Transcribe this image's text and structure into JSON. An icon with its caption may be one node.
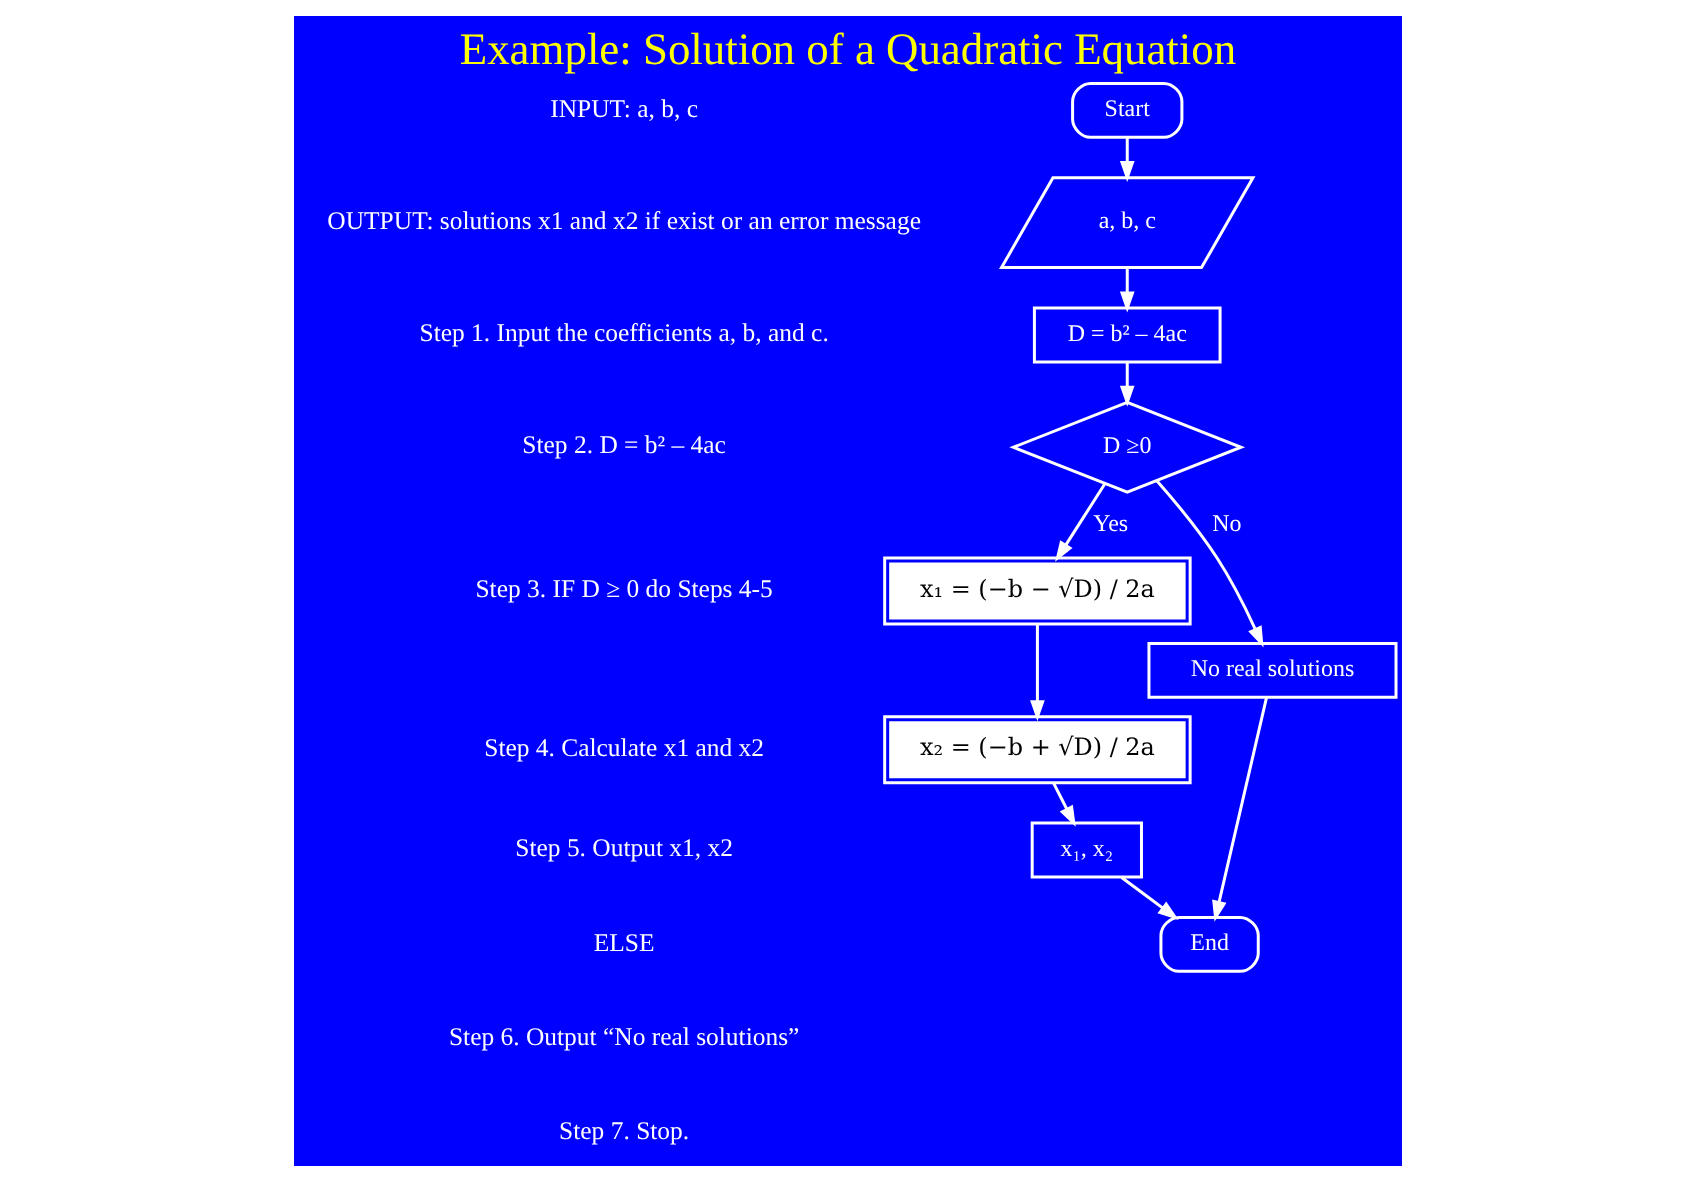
{
  "diagram": {
    "title": "Example: Solution of a Quadratic Equation",
    "nodes": [
      {
        "text": [
          "Start"
        ]
      },
      {
        "text": [
          "a, b, c"
        ]
      },
      {
        "text": [
          "D = b² – 4ac"
        ]
      },
      {
        "text": [
          "D ≥0"
        ]
      },
      {
        "text": [
          "x₁ = (−b − √D) / 2a"
        ]
      },
      {
        "text": [
          "x₂ = (−b + √D) / 2a"
        ]
      },
      {
        "text": [
          "x₁, x₂"
        ]
      },
      {
        "text": [
          "No real solutions"
        ]
      },
      {
        "text": [
          "End"
        ]
      }
    ],
    "edges": [
      {
        "from": 0,
        "to": 1,
        "arrow": "to"
      },
      {
        "from": 1,
        "to": 2,
        "arrow": "to"
      },
      {
        "from": 2,
        "to": 3,
        "arrow": "to"
      },
      {
        "from": 3,
        "to": 4,
        "arrow": "to",
        "label": "Yes"
      },
      {
        "from": 3,
        "to": 7,
        "arrow": "to",
        "label": "No"
      },
      {
        "from": 4,
        "to": 5,
        "arrow": "to"
      },
      {
        "from": 5,
        "to": 6,
        "arrow": "to"
      },
      {
        "from": 6,
        "to": 8,
        "arrow": "to"
      },
      {
        "from": 7,
        "to": 8,
        "arrow": "to"
      }
    ],
    "labels": [
      "INPUT: a, b, c",
      "OUTPUT: solutions x1 and x2 if exist or an error message",
      "Step 1. Input the coefficients a, b, and c.",
      "Step 2. D = b² – 4ac",
      "Step 3. IF D ≥ 0 do Steps 4-5",
      "Step 4. Calculate x1 and x2",
      "Step 5. Output x1, x2",
      "ELSE",
      "Step 6. Output “No real solutions”",
      "Step 7. Stop."
    ]
  }
}
